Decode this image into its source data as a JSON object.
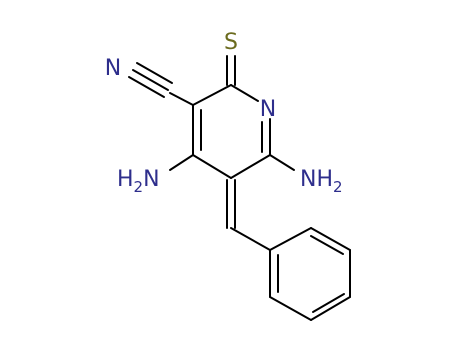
{
  "atoms": {
    "nitrile_n": {
      "text": "N",
      "color": "#2e2e8c"
    },
    "sulfur": {
      "text": "S",
      "color": "#6b6b1e"
    },
    "ring_n": {
      "text": "N",
      "color": "#2e2e8c"
    },
    "amine_left": {
      "main": "H",
      "sub": "2",
      "tail": "N",
      "color": "#2e2e8c"
    },
    "amine_right": {
      "main": "NH",
      "sub": "2",
      "color": "#2e2e8c"
    }
  }
}
